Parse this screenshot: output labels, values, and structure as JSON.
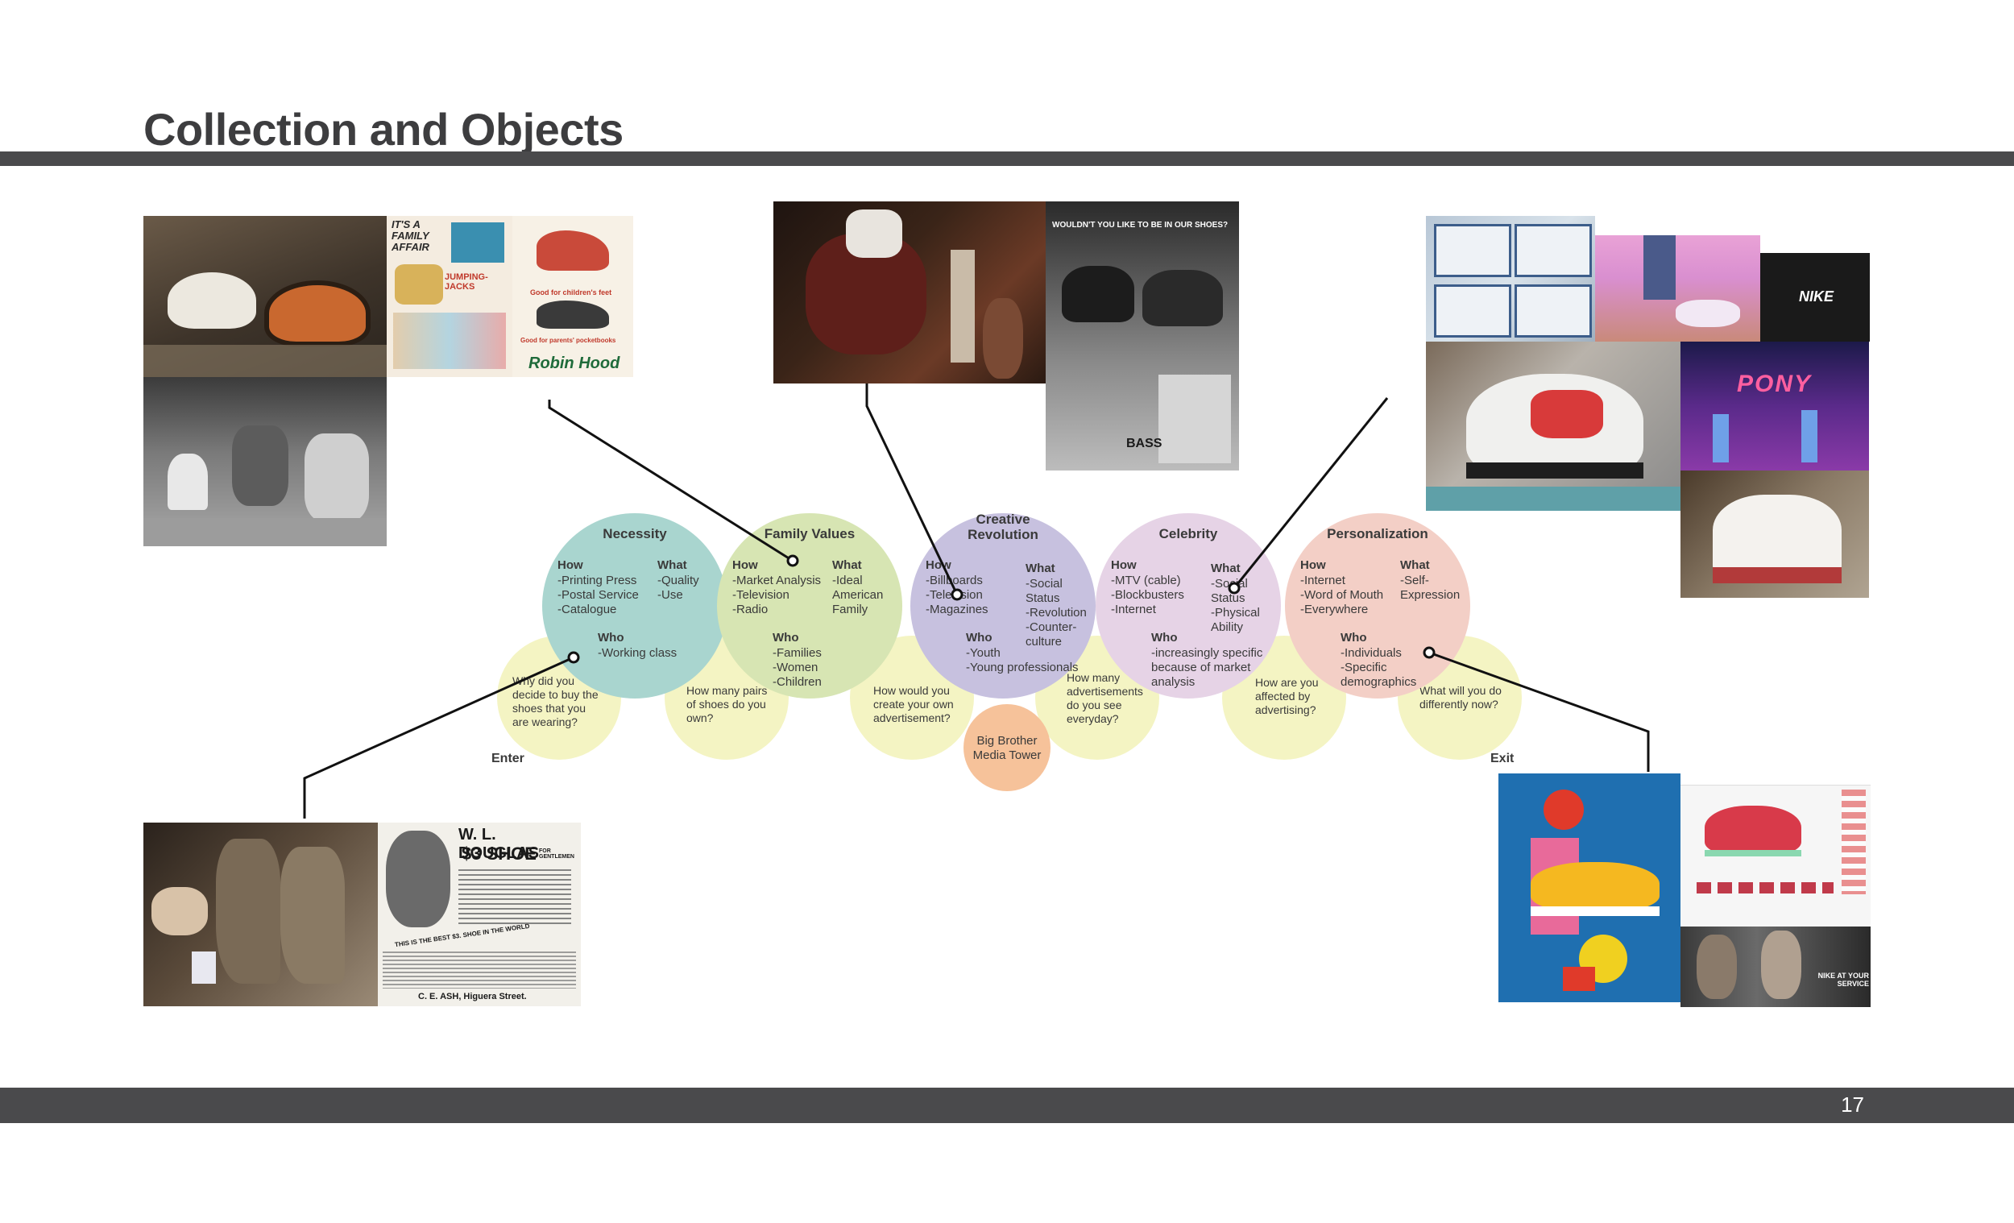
{
  "header": {
    "title": "Collection and Objects"
  },
  "footer": {
    "page_number": "17"
  },
  "labels": {
    "enter": "Enter",
    "exit": "Exit"
  },
  "stages": [
    {
      "id": "necessity",
      "color": "#a9d5cf",
      "title": [
        "Necessity"
      ],
      "how_label": "How",
      "how": [
        "-Printing Press",
        "-Postal Service",
        "-Catalogue"
      ],
      "what_label": "What",
      "what": [
        "-Quality",
        "-Use"
      ],
      "who_label": "Who",
      "who": [
        "-Working class"
      ]
    },
    {
      "id": "family-values",
      "color": "#d7e5b3",
      "title": [
        "Family Values"
      ],
      "how_label": "How",
      "how": [
        "-Market Analysis",
        "-Television",
        "-Radio"
      ],
      "what_label": "What",
      "what": [
        "-Ideal",
        "American",
        "Family"
      ],
      "who_label": "Who",
      "who": [
        "-Families",
        "-Women",
        "-Children"
      ]
    },
    {
      "id": "creative-revolution",
      "color": "#c7c1df",
      "title": [
        "Creative",
        "Revolution"
      ],
      "how_label": "How",
      "how": [
        "-Billboards",
        "-Television",
        "-Magazines"
      ],
      "what_label": "What",
      "what": [
        "-Social",
        "Status",
        "-Revolution",
        "-Counter-",
        "culture"
      ],
      "who_label": "Who",
      "who": [
        "-Youth",
        "-Young professionals"
      ]
    },
    {
      "id": "celebrity",
      "color": "#e6d3e6",
      "title": [
        "Celebrity"
      ],
      "how_label": "How",
      "how": [
        "-MTV (cable)",
        "-Blockbusters",
        "-Internet"
      ],
      "what_label": "What",
      "what": [
        "-Social",
        "Status",
        "-Physical",
        "Ability"
      ],
      "who_label": "Who",
      "who": [
        "-increasingly specific",
        "because of market",
        "analysis"
      ]
    },
    {
      "id": "personalization",
      "color": "#f3cfc6",
      "title": [
        "Personalization"
      ],
      "how_label": "How",
      "how": [
        "-Internet",
        "-Word of Mouth",
        "-Everywhere"
      ],
      "what_label": "What",
      "what": [
        "-Self-",
        "Expression"
      ],
      "who_label": "Who",
      "who": [
        "-Individuals",
        "-Specific",
        "demographics"
      ]
    }
  ],
  "questions": [
    [
      "Why did you",
      "decide to buy the",
      "shoes that you",
      "are wearing?"
    ],
    [
      "How many pairs",
      "of shoes do you",
      "own?"
    ],
    [
      "How would you",
      "create your own",
      "advertisement?"
    ],
    [
      "How many",
      "advertisements",
      "do you see",
      "everyday?"
    ],
    [
      "How are you",
      "affected by",
      "advertising?"
    ],
    [
      "What will you do",
      "differently now?"
    ]
  ],
  "tower": {
    "label": [
      "Big Brother",
      "Media Tower"
    ],
    "color": "#f6c29a"
  },
  "photo_text": {
    "ad_slogan_1": "IT'S A FAMILY AFFAIR",
    "ad_slogan_2": "Good for children's feet",
    "ad_slogan_3": "Good for parents' pocketbooks",
    "ad_brand_small": "JUMPING-JACKS",
    "ad_brand": "Robin Hood",
    "bass_headline": "WOULDN'T YOU LIKE TO BE IN OUR SHOES?",
    "bass_brand": "BASS",
    "nike_logo": "NIKE",
    "pony_logo": "PONY",
    "douglas_title": "W. L. DOUGLAS",
    "douglas_shoe": "$3 SHOE",
    "douglas_for": "FOR GENTLEMEN",
    "douglas_tag": "THIS IS THE BEST $3. SHOE IN THE WORLD",
    "douglas_footer": "C. E. ASH, Higuera Street.",
    "nike_service": "NIKE AT YOUR SERVICE"
  },
  "colors": {
    "question": "#f4f4c3",
    "bar": "#4a4a4c",
    "line": "#111111"
  }
}
